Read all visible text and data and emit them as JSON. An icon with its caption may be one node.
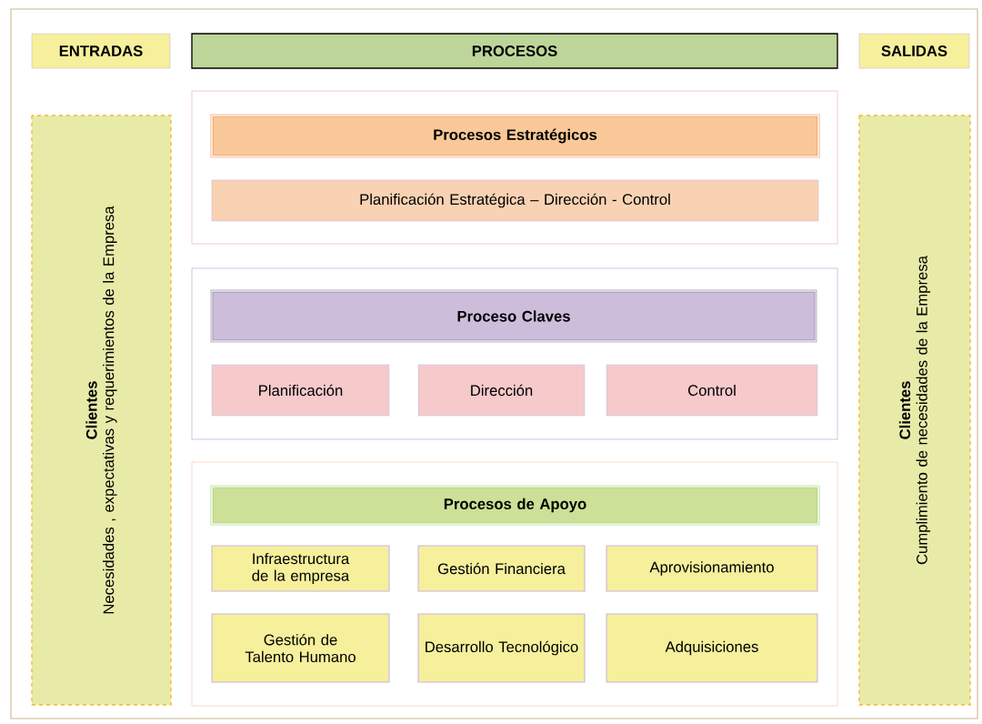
{
  "diagram": {
    "nodes": [
      {
        "text": [
          "ENTRADAS"
        ]
      },
      {
        "text": [
          "PROCESOS"
        ]
      },
      {
        "text": [
          "SALIDAS"
        ]
      },
      {
        "text": [
          "Clientes",
          "Necesidades , expectativas y requerimientos de la Empresa"
        ]
      },
      {
        "text": [],
        "shape": "box"
      },
      {
        "text": [
          "Procesos Estratégicos"
        ],
        "in": 4
      },
      {
        "text": [
          "Planificación Estratégica – Dirección - Control"
        ],
        "in": 4
      },
      {
        "text": [],
        "shape": "box"
      },
      {
        "text": [
          "Proceso Claves"
        ],
        "in": 7
      },
      {
        "text": [
          "Planificación"
        ],
        "in": 7
      },
      {
        "text": [
          "Dirección"
        ],
        "in": 7
      },
      {
        "text": [
          "Control"
        ],
        "in": 7
      },
      {
        "text": [],
        "shape": "box"
      },
      {
        "text": [
          "Procesos de Apoyo"
        ],
        "in": 12
      },
      {
        "text": [
          "Infraestructura de la empresa"
        ],
        "in": 12
      },
      {
        "text": [
          "Gestión Financiera"
        ],
        "in": 12
      },
      {
        "text": [
          "Aprovisionamiento"
        ],
        "in": 12
      },
      {
        "text": [
          "Gestión de Talento Humano"
        ],
        "in": 12
      },
      {
        "text": [
          "Desarrollo Tecnológico"
        ],
        "in": 12
      },
      {
        "text": [
          "Adquisiciones"
        ],
        "in": 12
      },
      {
        "text": [
          "Clientes",
          "Cumplimiento de necesidades de la Empresa"
        ]
      }
    ]
  }
}
